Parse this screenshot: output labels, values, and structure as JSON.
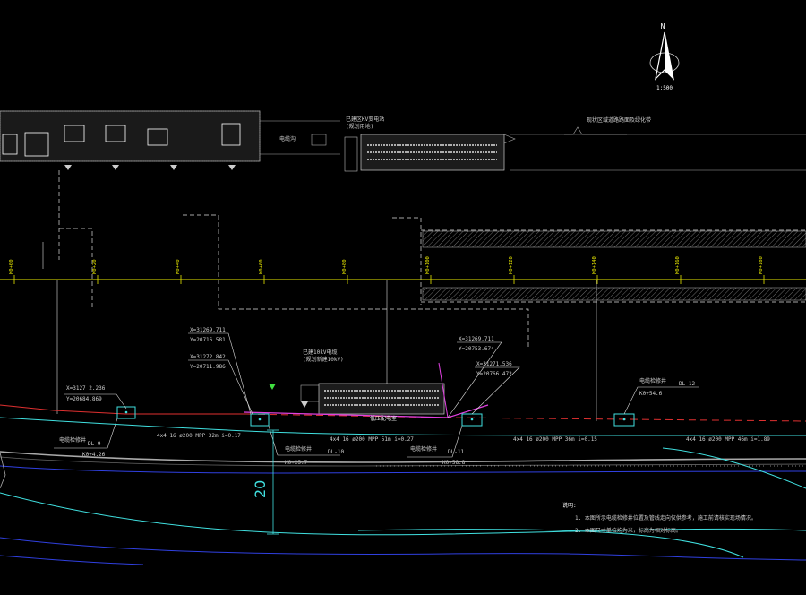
{
  "compass": {
    "north_label": "N",
    "scale_label": "1:500"
  },
  "chainages": [
    "K0+00",
    "K0+20",
    "K0+40",
    "K0+60",
    "K0+80",
    "K0+100",
    "K0+120",
    "K0+140",
    "K0+160",
    "K0+180"
  ],
  "coord_labels": [
    {
      "x": "X=3127 2.236",
      "y": "Y=20684.869"
    },
    {
      "x": "X=31269.711",
      "y": "Y=20716.581"
    },
    {
      "x": "X=31272.842",
      "y": "Y=20711.986"
    },
    {
      "x": "X=31269.711",
      "y": "Y=20753.674"
    },
    {
      "x": "X=31271.536",
      "y": "Y=20766.472"
    }
  ],
  "wells": [
    {
      "name": "DL-9",
      "station": "K0+4.26"
    },
    {
      "name": "DL-10",
      "station": "K0+25.7"
    },
    {
      "name": "DL-11",
      "station": "K0+58.8"
    },
    {
      "name": "DL-12",
      "station": "K0+54.6"
    }
  ],
  "well_title": "电缆检修井",
  "pipe_specs": [
    "4x4  16  ø200 MPP  32m  i=0.17",
    "4x4  16  ø200 MPP  51m  i=0.27",
    "4x4  16  ø200 MPP  36m  i=0.15",
    "4x4  16  ø200 MPP  46m  i=1.89"
  ],
  "building_labels": {
    "top_note1": "已建区KV变电站",
    "top_note2": "(规划用地)",
    "top_right": "现状区域道路路面及绿化带",
    "mid_note1": "已建10kV电缆",
    "mid_note2": "(规划新建10kV)",
    "small_block": "电缆沟",
    "room_label": "低压配电室"
  },
  "dimension_value": "20",
  "notes": {
    "title": "说明:",
    "line1": "1. 本图所示电缆检修井位置及管线走向仅供参考，施工前请核实现场情况。",
    "line2": "2. 本图尺寸单位均为米，标高为相对标高。"
  }
}
